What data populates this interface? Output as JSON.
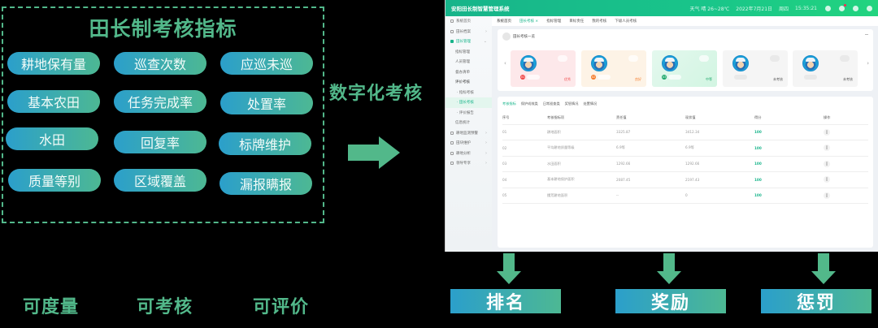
{
  "indicators": {
    "title": "田长制考核指标",
    "items": [
      "耕地保有量",
      "巡查次数",
      "应巡未巡",
      "基本农田",
      "任务完成率",
      "处置率",
      "水田",
      "回复率",
      "标牌维护",
      "质量等别",
      "区域覆盖",
      "漏报瞒报"
    ]
  },
  "flow": {
    "digital_label": "数字化考核",
    "arrow_icon": "right-arrow-icon"
  },
  "qualities": [
    "可度量",
    "可考核",
    "可评价"
  ],
  "outcomes": [
    "排名",
    "奖励",
    "惩罚"
  ],
  "colors": {
    "accent_green": "#52b88a",
    "gradient_start": "#2b9fcb",
    "gradient_end": "#4db893",
    "system_green": "#17b48a"
  },
  "system": {
    "app_title": "安阳田长制智慧管理系统",
    "weather": "天气 晴 26~28℃",
    "date": "2022年7月21日",
    "weekday": "周四",
    "time": "15:35:21",
    "header_icons": [
      "phone-icon",
      "notification-icon",
      "settings-icon",
      "power-icon"
    ],
    "sidebar": [
      {
        "label": "系统首页",
        "type": "top"
      },
      {
        "label": "田长档案",
        "type": "group",
        "chevron": true
      },
      {
        "label": "田长管理",
        "type": "group-active",
        "chevron": true
      },
      {
        "label": "指标管理",
        "type": "sub"
      },
      {
        "label": "人员管理",
        "type": "sub"
      },
      {
        "label": "督办清单",
        "type": "sub"
      },
      {
        "label": "评价考核",
        "type": "sub"
      },
      {
        "label": "· 指标考核",
        "type": "subsub"
      },
      {
        "label": "· 田长考核",
        "type": "subsub-active"
      },
      {
        "label": "· 评价报告",
        "type": "subsub"
      },
      {
        "label": "信息统计",
        "type": "sub"
      },
      {
        "label": "耕地监测预警",
        "type": "group",
        "chevron": true
      },
      {
        "label": "田块维护",
        "type": "group",
        "chevron": true
      },
      {
        "label": "耕地分析",
        "type": "group",
        "chevron": true
      },
      {
        "label": "领导专享",
        "type": "group",
        "chevron": true
      }
    ],
    "nav_tabs": [
      "系统首页",
      "田长考核 ×",
      "指标管理",
      "目标责任",
      "我的考核",
      "下级人员考核"
    ],
    "ranking_panel": {
      "title": "田长考核一览",
      "cards": [
        {
          "rank": "01",
          "grade": "优秀",
          "bg": "#fde8ea",
          "rank_color": "#f04848",
          "grade_color": "#f04848"
        },
        {
          "rank": "02",
          "grade": "良好",
          "bg": "#fdf3e6",
          "rank_color": "#f57c2b",
          "grade_color": "#f57c2b"
        },
        {
          "rank": "03",
          "grade": "中等",
          "bg": "#e4f8ee",
          "rank_color": "#1ea86a",
          "grade_color": "#1ea86a"
        },
        {
          "rank": "",
          "grade": "未考核",
          "bg": "#f5f5f5",
          "rank_color": "#bbb",
          "grade_color": "#555"
        },
        {
          "rank": "",
          "grade": "未考核",
          "bg": "#f5f5f5",
          "rank_color": "#bbb",
          "grade_color": "#555"
        }
      ]
    },
    "detail_panel": {
      "sub_tabs": [
        "考核指标",
        "保护成效类",
        "日常巡查类",
        "奖惩情况",
        "处置情况"
      ],
      "columns": [
        "序号",
        "考核指标项",
        "责任值",
        "现状值",
        "得分",
        "操作"
      ],
      "rows": [
        {
          "no": "01",
          "item": "耕地面积",
          "target": "3325.87",
          "actual": "3412.34",
          "score": "100"
        },
        {
          "no": "02",
          "item": "平均耕地质量等级",
          "target": "6.9等",
          "actual": "6.9等",
          "score": "100"
        },
        {
          "no": "03",
          "item": "水田面积",
          "target": "1292.66",
          "actual": "1292.66",
          "score": "100"
        },
        {
          "no": "04",
          "item": "基本耕地保护面积",
          "target": "2087.45",
          "actual": "2197.43",
          "score": "100"
        },
        {
          "no": "05",
          "item": "撂荒耕地面积",
          "target": "--",
          "actual": "0",
          "score": "100"
        }
      ]
    }
  }
}
